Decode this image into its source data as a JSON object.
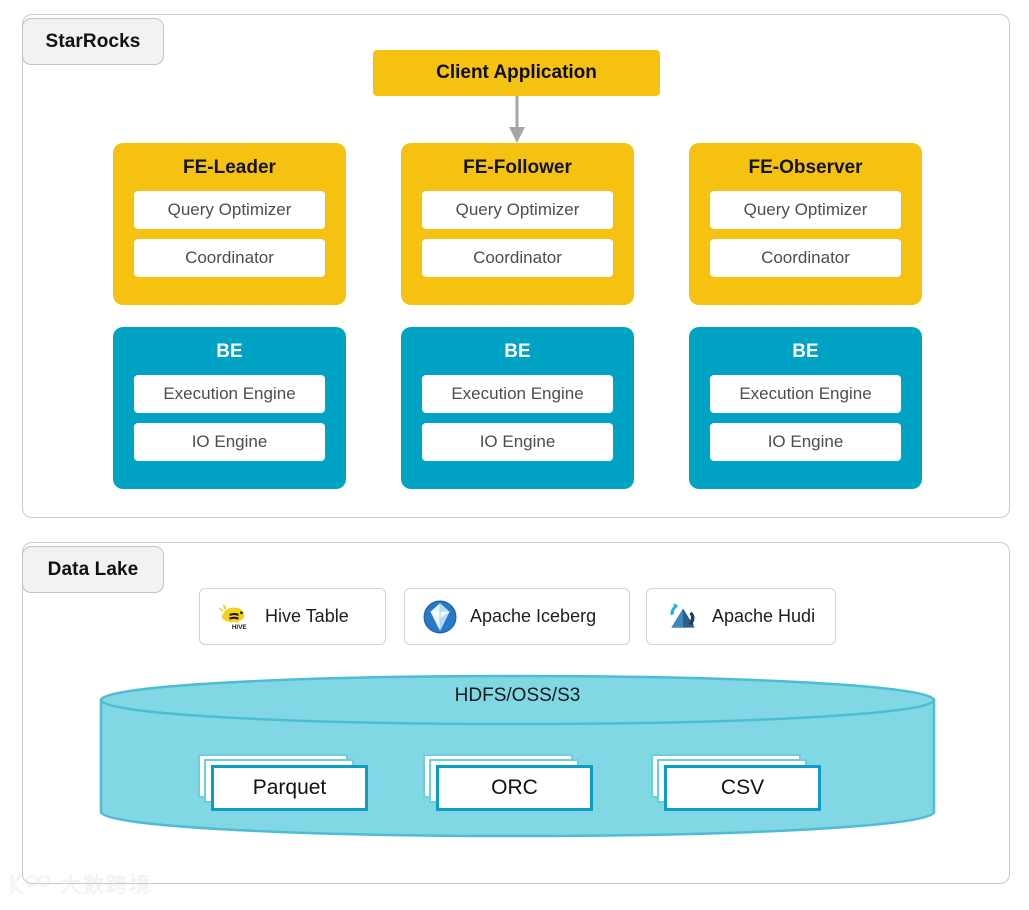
{
  "panels": {
    "starrocks": {
      "tab_label": "StarRocks"
    },
    "datalake": {
      "tab_label": "Data Lake"
    }
  },
  "client": {
    "label": "Client Application"
  },
  "arrow": {
    "name": "down-arrow",
    "color": "#a6a6a6"
  },
  "fe_nodes": [
    {
      "title": "FE-Leader",
      "cards": [
        "Query Optimizer",
        "Coordinator"
      ]
    },
    {
      "title": "FE-Follower",
      "cards": [
        "Query Optimizer",
        "Coordinator"
      ]
    },
    {
      "title": "FE-Observer",
      "cards": [
        "Query Optimizer",
        "Coordinator"
      ]
    }
  ],
  "be_nodes": [
    {
      "title": "BE",
      "cards": [
        "Execution Engine",
        "IO Engine"
      ]
    },
    {
      "title": "BE",
      "cards": [
        "Execution Engine",
        "IO Engine"
      ]
    },
    {
      "title": "BE",
      "cards": [
        "Execution Engine",
        "IO Engine"
      ]
    }
  ],
  "format_chips": [
    {
      "label": "Hive Table",
      "icon": "hive-logo-icon"
    },
    {
      "label": "Apache Iceberg",
      "icon": "iceberg-logo-icon"
    },
    {
      "label": "Apache Hudi",
      "icon": "hudi-logo-icon"
    }
  ],
  "storage": {
    "label": "HDFS/OSS/S3",
    "file_formats": [
      "Parquet",
      "ORC",
      "CSV"
    ]
  },
  "watermark": {
    "text": "大数跨境",
    "logo": "k100-logo-icon"
  },
  "colors": {
    "fe_yellow": "#f5c211",
    "be_teal": "#00a3c4",
    "cylinder_fill": "#82d7e5",
    "cylinder_stroke": "#4dbdd2",
    "file_box_border": "#0d9cc4",
    "panel_border": "#c9c9c9",
    "tab_background": "#f2f2f2"
  }
}
